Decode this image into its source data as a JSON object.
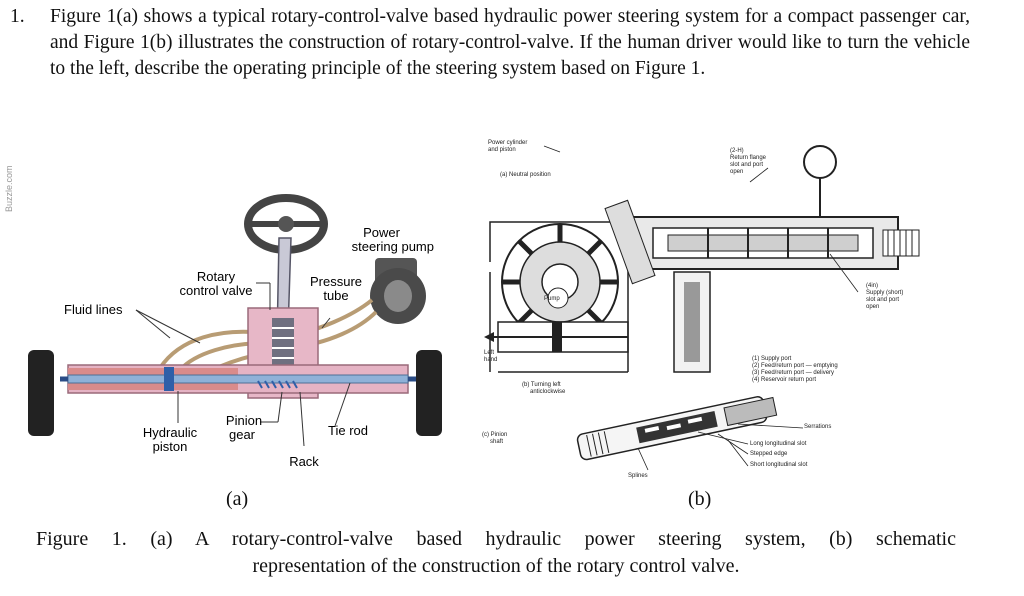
{
  "question": {
    "number": "1.",
    "text": "Figure 1(a) shows a typical rotary-control-valve based hydraulic power steering system for a compact passenger car, and Figure 1(b) illustrates the construction of rotary-control-valve. If the human driver would like to turn the vehicle to the left, describe the operating principle of the steering system based on Figure 1."
  },
  "watermark": "Buzzle.com",
  "figure_a": {
    "panel_label": "(a)",
    "labels": {
      "power_steering_pump": [
        "Power",
        "steering pump"
      ],
      "rotary_control_valve": [
        "Rotary",
        "control valve"
      ],
      "pressure_tube": [
        "Pressure",
        "tube"
      ],
      "fluid_lines": "Fluid lines",
      "hydraulic_piston": [
        "Hydraulic",
        "piston"
      ],
      "pinion_gear": [
        "Pinion",
        "gear"
      ],
      "tie_rod": "Tie rod",
      "rack": "Rack"
    }
  },
  "figure_b": {
    "panel_label": "(b)",
    "labels": {
      "power_cylinder": [
        "Power cylinder",
        "and piston"
      ],
      "neutral_position": "(a)  Neutral position",
      "return_flange": [
        "(2-H)",
        "Return flange",
        "slot and port",
        "open"
      ],
      "pump": "Pump",
      "left_hand": [
        "Left",
        "hand"
      ],
      "turning_left": [
        "(b)  Turning left",
        "anticlockwise"
      ],
      "supply_slot": [
        "(4in)",
        "Supply (short)",
        "slot and port",
        "open"
      ],
      "legend": [
        "(1)  Supply port",
        "(2)  Feed/return port — emptying",
        "(3)  Feed/return port — delivery",
        "(4)  Reservoir return port"
      ],
      "pinion_shaft": [
        "(c)  Pinion",
        "shaft"
      ],
      "serrations": "Serrations",
      "long_slot": "Long longitudinal slot",
      "stepped_edge": "Stepped edge",
      "short_slot": "Short longitudinal slot",
      "splines": "Splines"
    }
  },
  "caption": {
    "line1": "Figure 1. (a) A rotary-control-valve based hydraulic power steering system, (b) schematic",
    "line2": "representation of the construction of the rotary control valve."
  }
}
